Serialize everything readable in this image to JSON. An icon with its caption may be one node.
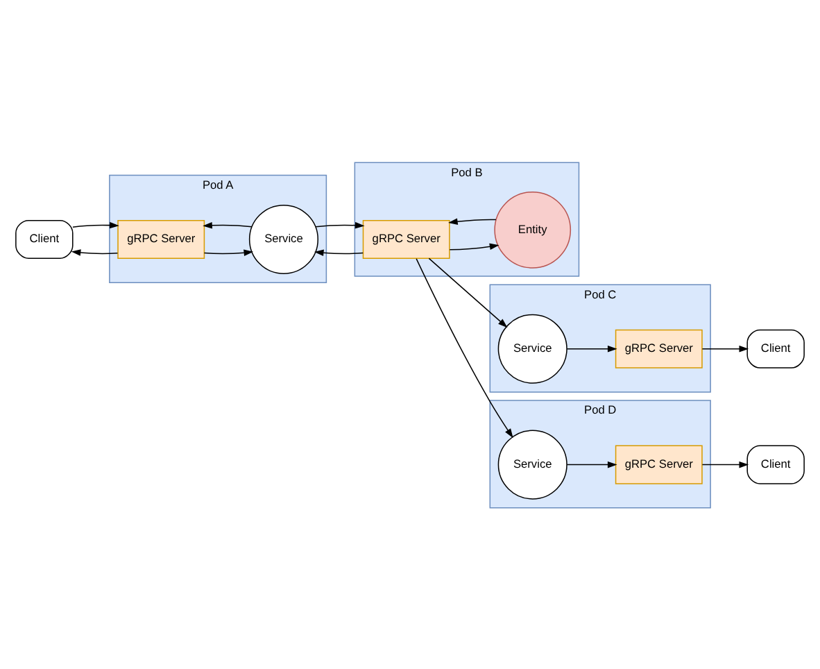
{
  "diagram": {
    "nodes": [
      {
        "text": [
          "Client"
        ]
      },
      {
        "text": [
          "Pod A"
        ]
      },
      {
        "text": [
          "gRPC Server"
        ],
        "in": 1
      },
      {
        "text": [
          "Service"
        ],
        "in": 1
      },
      {
        "text": [
          "Pod B"
        ]
      },
      {
        "text": [
          "gRPC Server"
        ],
        "in": 4
      },
      {
        "text": [
          "Entity"
        ],
        "in": 4
      },
      {
        "text": [
          "Client"
        ]
      },
      {
        "text": [
          "Pod C"
        ]
      },
      {
        "text": [
          "gRPC Server"
        ],
        "in": 8
      },
      {
        "text": [
          "Service"
        ],
        "in": 8
      },
      {
        "text": [
          "Client"
        ]
      },
      {
        "text": [
          "Pod D"
        ]
      },
      {
        "text": [
          "gRPC Server"
        ],
        "in": 12
      },
      {
        "text": [
          "Service"
        ],
        "in": 12
      }
    ],
    "edges": [
      {
        "from": 0,
        "to": 2,
        "arrow": "to"
      },
      {
        "from": 2,
        "to": 0,
        "arrow": "to"
      },
      {
        "from": 2,
        "to": 3,
        "arrow": "to"
      },
      {
        "from": 3,
        "to": 2,
        "arrow": "to"
      },
      {
        "from": 3,
        "to": 5,
        "arrow": "to"
      },
      {
        "from": 5,
        "to": 3,
        "arrow": "to"
      },
      {
        "from": 5,
        "to": 6,
        "arrow": "to"
      },
      {
        "from": 6,
        "to": 5,
        "arrow": "to"
      },
      {
        "from": 5,
        "to": 10,
        "arrow": "to"
      },
      {
        "from": 10,
        "to": 9,
        "arrow": "to"
      },
      {
        "from": 9,
        "to": 7,
        "arrow": "to"
      },
      {
        "from": 5,
        "to": 14,
        "arrow": "to"
      },
      {
        "from": 14,
        "to": 13,
        "arrow": "to"
      },
      {
        "from": 13,
        "to": 11,
        "arrow": "to"
      }
    ]
  }
}
